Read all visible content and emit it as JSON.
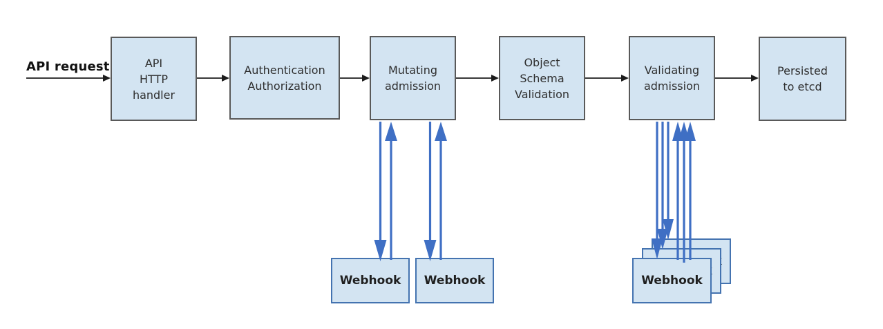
{
  "colors": {
    "node_fill": "#d3e4f2",
    "node_border": "#595959",
    "webhook_border": "#4473b0",
    "arrow_black": "#1c1c1c",
    "arrow_blue": "#3f6fc4",
    "text": "#2e2e2e"
  },
  "diagram": {
    "api_request_label": "API request",
    "nodes": {
      "api_http_handler": {
        "label": "API\nHTTP\nhandler"
      },
      "authentication_authorization": {
        "label": "Authentication\nAuthorization"
      },
      "mutating_admission": {
        "label": "Mutating\nadmission"
      },
      "object_schema_validation": {
        "label": "Object\nSchema\nValidation"
      },
      "validating_admission": {
        "label": "Validating\nadmission"
      },
      "persisted_to_etcd": {
        "label": "Persisted\nto etcd"
      }
    },
    "webhooks": {
      "mutating": [
        "Webhook",
        "Webhook"
      ],
      "validating": [
        "Webhook",
        "Webhook",
        "Webhook"
      ]
    }
  }
}
